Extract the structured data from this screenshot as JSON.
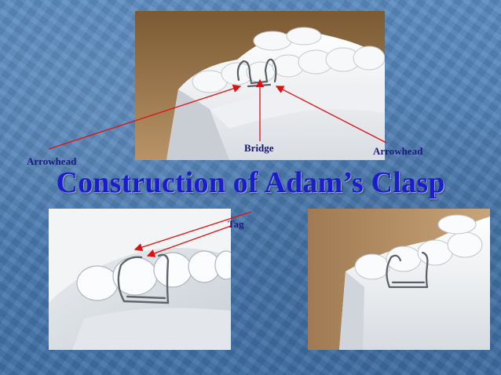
{
  "title": "Construction of Adam’s Clasp",
  "labels": {
    "arrowhead_left": "Arrowhead",
    "arrowhead_right": "Arrowhead",
    "bridge": "Bridge",
    "tag": "Tag"
  },
  "colors": {
    "title": "#1c1ccc",
    "arrow": "#e01010",
    "background": "#4a7bb0"
  }
}
